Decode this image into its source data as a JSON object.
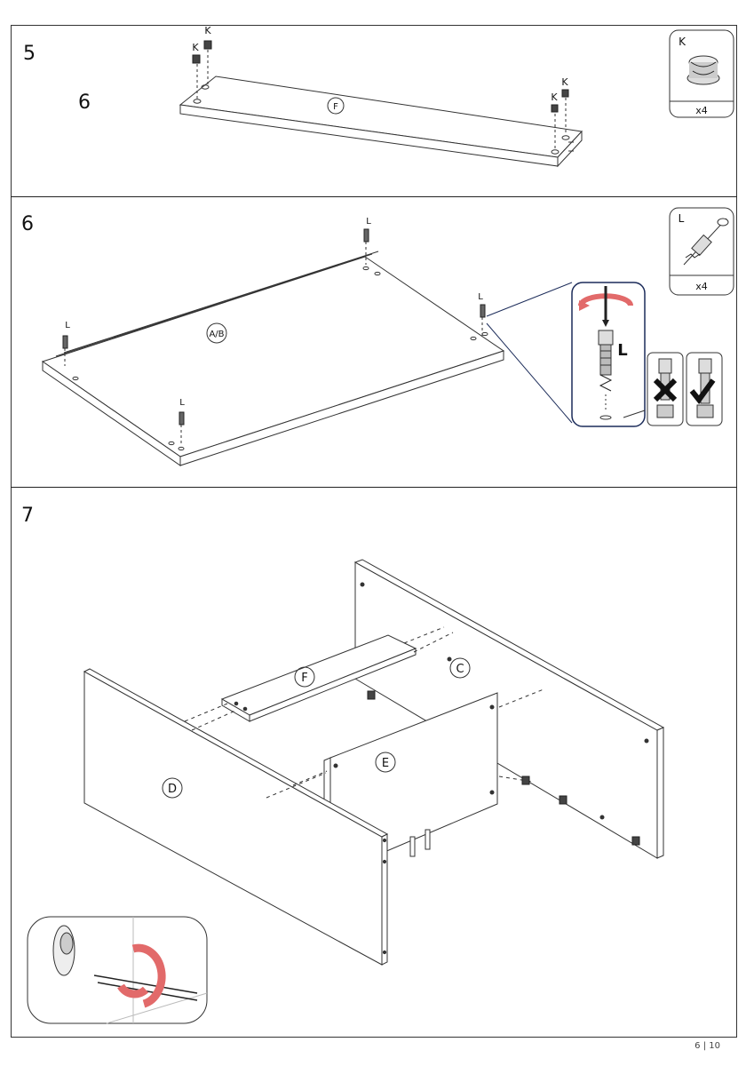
{
  "steps": [
    {
      "number": "5",
      "sub_number": "6",
      "panel_labels": [
        "F"
      ],
      "part": {
        "letter": "K",
        "count": "x4"
      },
      "callouts": [
        "K",
        "K",
        "K",
        "K"
      ]
    },
    {
      "number": "6",
      "panel_labels": [
        "A/B"
      ],
      "part": {
        "letter": "L",
        "count": "x4"
      },
      "callouts": [
        "L",
        "L",
        "L",
        "L"
      ],
      "detail_label": "L"
    },
    {
      "number": "7",
      "panel_labels": [
        "F",
        "C",
        "E",
        "D"
      ]
    }
  ],
  "footer": {
    "page_number": "6 | 10"
  }
}
